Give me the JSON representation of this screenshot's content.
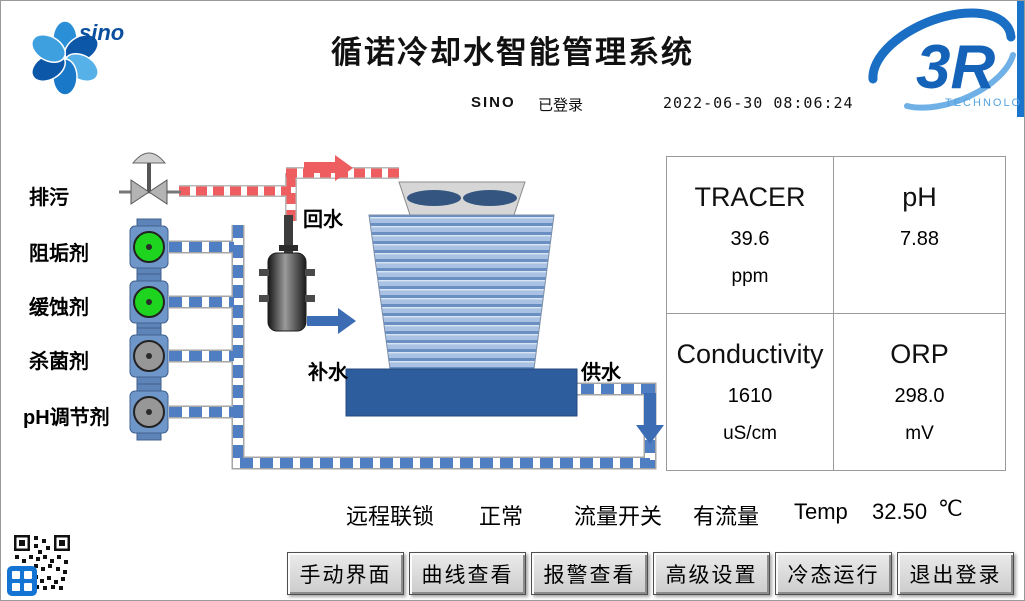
{
  "header": {
    "title": "循诺冷却水智能管理系统",
    "sino_logo_text": "sino",
    "r3_logo_text": "3R",
    "r3_logo_sub": "TECHNOLOGY",
    "user": "SINO",
    "login_status": "已登录",
    "datetime": "2022-06-30  08:06:24"
  },
  "diagram": {
    "drain_label": "排污",
    "chemicals": [
      {
        "label": "阻垢剂",
        "state": "running"
      },
      {
        "label": "缓蚀剂",
        "state": "running"
      },
      {
        "label": "杀菌剂",
        "state": "stopped"
      },
      {
        "label": "pH调节剂",
        "state": "stopped"
      }
    ],
    "return_label": "回水",
    "makeup_label": "补水",
    "supply_label": "供水"
  },
  "measurements": {
    "tracer": {
      "name": "TRACER",
      "value": "39.6",
      "unit": "ppm"
    },
    "ph": {
      "name": "pH",
      "value": "7.88",
      "unit": ""
    },
    "conductivity": {
      "name": "Conductivity",
      "value": "1610",
      "unit": "uS/cm"
    },
    "orp": {
      "name": "ORP",
      "value": "298.0",
      "unit": "mV"
    }
  },
  "status": {
    "interlock_label": "远程联锁",
    "interlock_value": "正常",
    "flow_label": "流量开关",
    "flow_value": "有流量",
    "temp_label": "Temp",
    "temp_value": "32.50",
    "temp_unit": "℃"
  },
  "buttons": {
    "manual": "手动界面",
    "curves": "曲线查看",
    "alarms": "报警查看",
    "settings": "高级设置",
    "cold": "冷态运行",
    "logout": "退出登录"
  },
  "colors": {
    "pump_running": "#1fd41f",
    "pump_stopped": "#979797",
    "pipe_blue": "#4f7fc2",
    "pipe_red": "#ee5d60",
    "brand_blue": "#1565c0"
  }
}
